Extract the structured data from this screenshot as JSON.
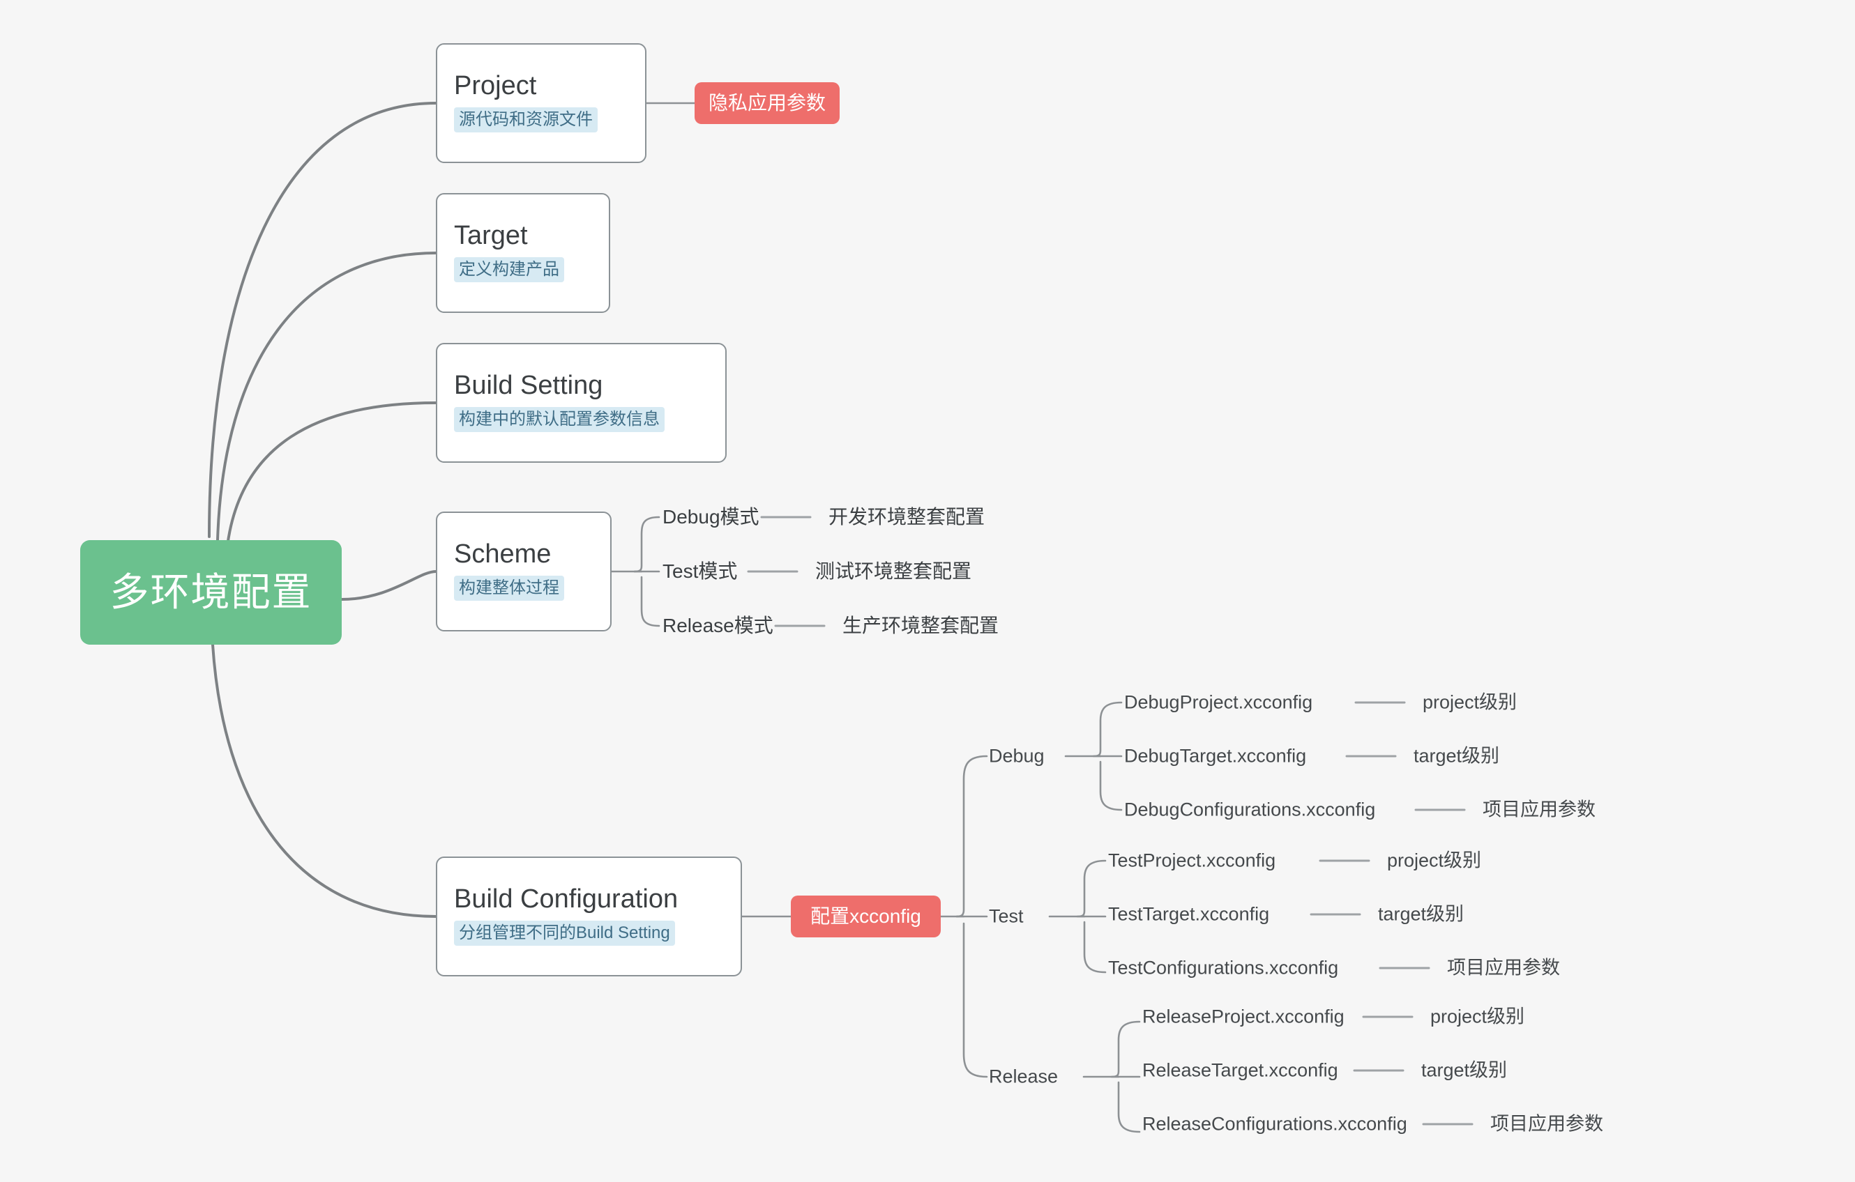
{
  "diagram": {
    "title": "多环境配置",
    "background_color": "#f6f6f6",
    "root_color": "#6BC18E",
    "tag_color": "#EE6E6B",
    "subtitle_bg": "#d7eaf3",
    "subtitle_color": "#3f6d86",
    "edge_color": "#7d8184"
  },
  "root": {
    "label": "多环境配置"
  },
  "cards": [
    {
      "title": "Project",
      "subtitle": "源代码和资源文件"
    },
    {
      "title": "Target",
      "subtitle": "定义构建产品"
    },
    {
      "title": "Build Setting",
      "subtitle": "构建中的默认配置参数信息"
    },
    {
      "title": "Scheme",
      "subtitle": "构建整体过程"
    },
    {
      "title": "Build Configuration",
      "subtitle": "分组管理不同的Build Setting"
    }
  ],
  "tags": [
    {
      "label": "隐私应用参数"
    },
    {
      "label": "配置xcconfig"
    }
  ],
  "scheme_branches": [
    {
      "mode": "Debug模式",
      "desc": "开发环境整套配置"
    },
    {
      "mode": "Test模式",
      "desc": "测试环境整套配置"
    },
    {
      "mode": "Release模式",
      "desc": "生产环境整套配置"
    }
  ],
  "config_groups": [
    {
      "name": "Debug",
      "items": [
        {
          "file": "DebugProject.xcconfig",
          "level": "project级别"
        },
        {
          "file": "DebugTarget.xcconfig",
          "level": "target级别"
        },
        {
          "file": "DebugConfigurations.xcconfig",
          "level": "项目应用参数"
        }
      ]
    },
    {
      "name": "Test",
      "items": [
        {
          "file": "TestProject.xcconfig",
          "level": "project级别"
        },
        {
          "file": "TestTarget.xcconfig",
          "level": "target级别"
        },
        {
          "file": "TestConfigurations.xcconfig",
          "level": "项目应用参数"
        }
      ]
    },
    {
      "name": "Release",
      "items": [
        {
          "file": "ReleaseProject.xcconfig",
          "level": "project级别"
        },
        {
          "file": "ReleaseTarget.xcconfig",
          "level": "target级别"
        },
        {
          "file": "ReleaseConfigurations.xcconfig",
          "level": "项目应用参数"
        }
      ]
    }
  ]
}
